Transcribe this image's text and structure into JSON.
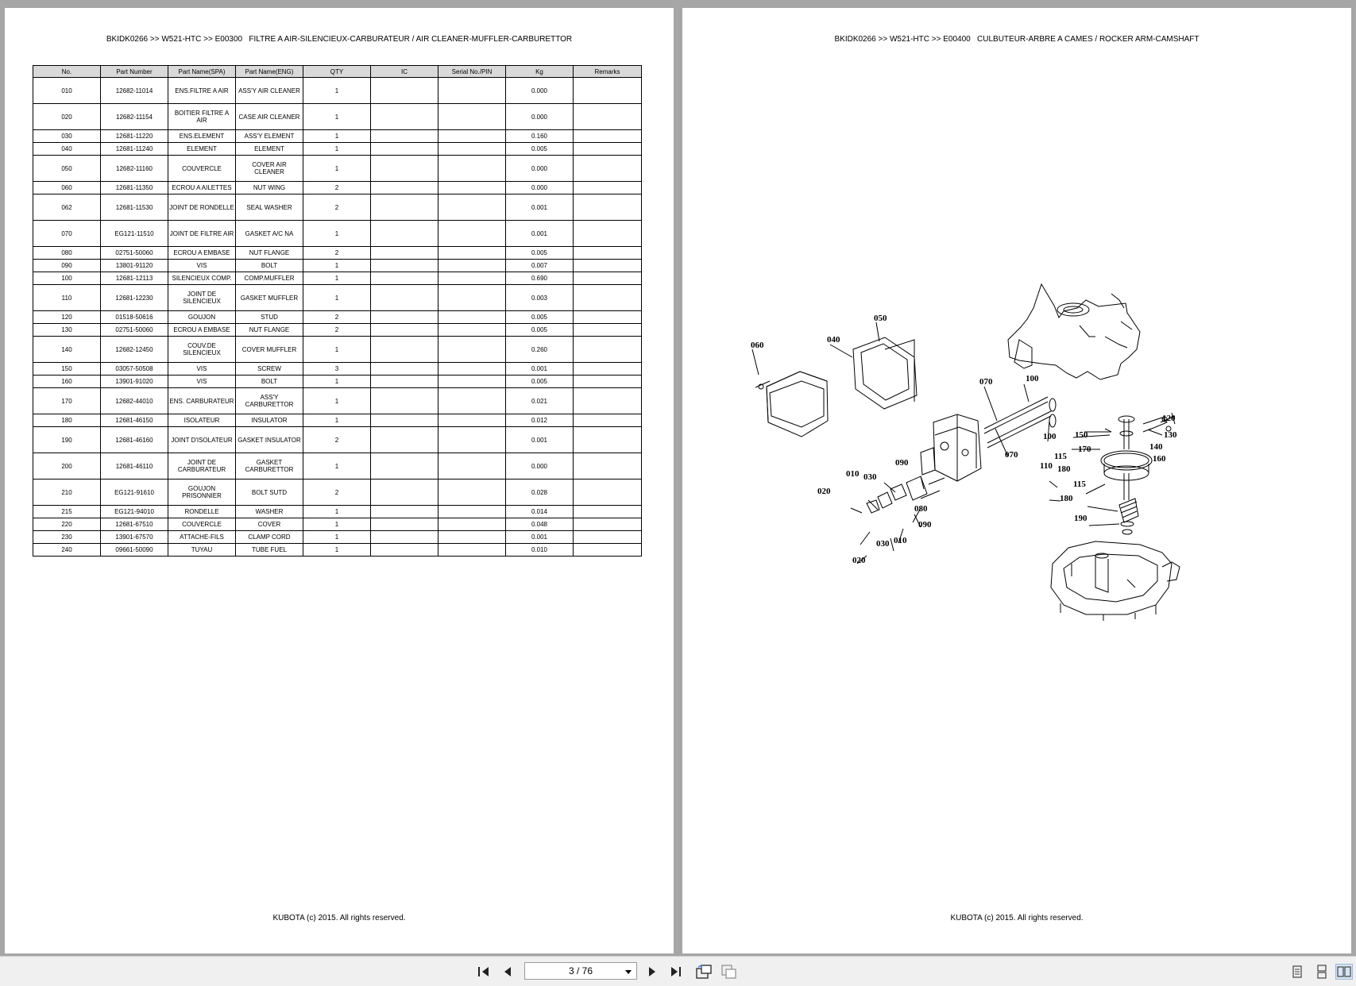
{
  "left_page": {
    "header": "BKIDK0266 >> W521-HTC >> E00300   FILTRE A AIR-SILENCIEUX-CARBURATEUR / AIR CLEANER-MUFFLER-CARBURETTOR",
    "footer": "KUBOTA (c) 2015. All rights reserved.",
    "table": {
      "headers": [
        "No.",
        "Part Number",
        "Part Name(SPA)",
        "Part Name(ENG)",
        "QTY",
        "IC",
        "Serial No./PIN",
        "Kg",
        "Remarks"
      ],
      "rows": [
        [
          "010",
          "12682-11014",
          "ENS.FILTRE A AIR",
          "ASS'Y AIR CLEANER",
          "1",
          "",
          "",
          "0.000",
          ""
        ],
        [
          "020",
          "12682-11154",
          "BOITIER FILTRE A AIR",
          "CASE AIR CLEANER",
          "1",
          "",
          "",
          "0.000",
          ""
        ],
        [
          "030",
          "12681-11220",
          "ENS.ELEMENT",
          "ASS'Y ELEMENT",
          "1",
          "",
          "",
          "0.160",
          ""
        ],
        [
          "040",
          "12681-11240",
          "ELEMENT",
          "ELEMENT",
          "1",
          "",
          "",
          "0.005",
          ""
        ],
        [
          "050",
          "12682-11160",
          "COUVERCLE",
          "COVER AIR CLEANER",
          "1",
          "",
          "",
          "0.000",
          ""
        ],
        [
          "060",
          "12681-11350",
          "ECROU A AILETTES",
          "NUT WING",
          "2",
          "",
          "",
          "0.000",
          ""
        ],
        [
          "062",
          "12681-11530",
          "JOINT DE RONDELLE",
          "SEAL WASHER",
          "2",
          "",
          "",
          "0.001",
          ""
        ],
        [
          "070",
          "EG121-11510",
          "JOINT DE FILTRE AIR",
          "GASKET A/C NA",
          "1",
          "",
          "",
          "0.001",
          ""
        ],
        [
          "080",
          "02751-50060",
          "ECROU A EMBASE",
          "NUT FLANGE",
          "2",
          "",
          "",
          "0.005",
          ""
        ],
        [
          "090",
          "13801-91120",
          "VIS",
          "BOLT",
          "1",
          "",
          "",
          "0.007",
          ""
        ],
        [
          "100",
          "12681-12113",
          "SILENCIEUX COMP.",
          "COMP.MUFFLER",
          "1",
          "",
          "",
          "0.690",
          ""
        ],
        [
          "110",
          "12681-12230",
          "JOINT DE SILENCIEUX",
          "GASKET MUFFLER",
          "1",
          "",
          "",
          "0.003",
          ""
        ],
        [
          "120",
          "01518-50616",
          "GOUJON",
          "STUD",
          "2",
          "",
          "",
          "0.005",
          ""
        ],
        [
          "130",
          "02751-50060",
          "ECROU A EMBASE",
          "NUT FLANGE",
          "2",
          "",
          "",
          "0.005",
          ""
        ],
        [
          "140",
          "12682-12450",
          "COUV.DE SILENCIEUX",
          "COVER MUFFLER",
          "1",
          "",
          "",
          "0.260",
          ""
        ],
        [
          "150",
          "03057-50508",
          "VIS",
          "SCREW",
          "3",
          "",
          "",
          "0.001",
          ""
        ],
        [
          "160",
          "13901-91020",
          "VIS",
          "BOLT",
          "1",
          "",
          "",
          "0.005",
          ""
        ],
        [
          "170",
          "12682-44010",
          "ENS. CARBURATEUR",
          "ASS'Y CARBURETTOR",
          "1",
          "",
          "",
          "0.021",
          ""
        ],
        [
          "180",
          "12681-46150",
          "ISOLATEUR",
          "INSULATOR",
          "1",
          "",
          "",
          "0.012",
          ""
        ],
        [
          "190",
          "12681-46160",
          "JOINT D'ISOLATEUR",
          "GASKET INSULATOR",
          "2",
          "",
          "",
          "0.001",
          ""
        ],
        [
          "200",
          "12681-46110",
          "JOINT DE CARBURATEUR",
          "GASKET CARBURETTOR",
          "1",
          "",
          "",
          "0.000",
          ""
        ],
        [
          "210",
          "EG121-91610",
          "GOUJON PRISONNIER",
          "BOLT SUTD",
          "2",
          "",
          "",
          "0.028",
          ""
        ],
        [
          "215",
          "EG121-94010",
          "RONDELLE",
          "WASHER",
          "1",
          "",
          "",
          "0.014",
          ""
        ],
        [
          "220",
          "12681-67510",
          "COUVERCLE",
          "COVER",
          "1",
          "",
          "",
          "0.048",
          ""
        ],
        [
          "230",
          "13901-67570",
          "ATTACHE-FILS",
          "CLAMP CORD",
          "1",
          "",
          "",
          "0.001",
          ""
        ],
        [
          "240",
          "09661-50090",
          "TUYAU",
          "TUBE FUEL",
          "1",
          "",
          "",
          "0.010",
          ""
        ]
      ]
    }
  },
  "right_page": {
    "header": "BKIDK0266 >> W521-HTC >> E00400   CULBUTEUR-ARBRE A CAMES / ROCKER ARM-CAMSHAFT",
    "footer": "KUBOTA (c) 2015. All rights reserved.",
    "diagram_labels": [
      "050",
      "040",
      "060",
      "100",
      "070",
      "100",
      "070",
      "120",
      "130",
      "150",
      "140",
      "170",
      "160",
      "115",
      "110",
      "180",
      "115",
      "180",
      "190",
      "090",
      "030",
      "010",
      "020",
      "080",
      "090",
      "010",
      "030",
      "020"
    ]
  },
  "toolbar": {
    "page_indicator": "3 / 76",
    "icons": [
      "first-page-icon",
      "previous-page-icon",
      "next-page-icon",
      "last-page-icon",
      "rotate-page-icon",
      "copy-page-icon",
      "single-page-view-icon",
      "continuous-view-icon",
      "two-page-view-icon"
    ]
  }
}
